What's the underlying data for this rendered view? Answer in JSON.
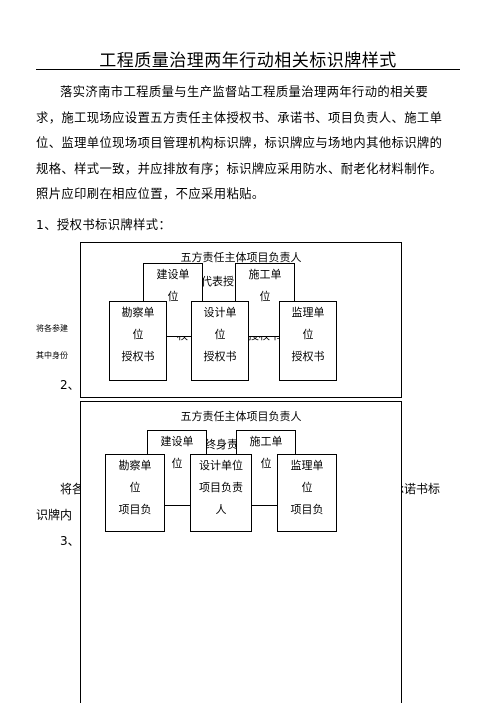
{
  "document": {
    "title": "工程质量治理两年行动相关标识牌样式",
    "intro_lines": [
      "落实济南市工程质量与生产监督站工程质量治理两年行动的相关要",
      "求，施工现场应设置五方责任主体授权书、承诺书、项目负责人、施工单",
      "位、监理单位现场项目管理机构标识牌，标识牌应与场地内其他标识牌的",
      "规格、样式一致，并应排放有序；标识牌应采用防水、耐老化材料制作。",
      "照片应印刷在相应位置，不应采用粘贴。"
    ],
    "section1": "1、授权书标识牌样式：",
    "hidden_fragment_1": "将各参建",
    "hidden_fragment_1_end": "。",
    "hidden_fragment_2": "其中身份",
    "section2_partial": "2、",
    "para_partial": "将各",
    "para_partial_right": "印刷于承诺书标",
    "para_partial_line2": "识牌内",
    "section3_partial": "3、"
  },
  "sign1": {
    "header": "五方责任主体项目负责人",
    "subheader_partial": "代表授",
    "behind_left": "权书",
    "behind_right": "授权书",
    "construction_unit": [
      "建设单",
      "位"
    ],
    "builder_unit": [
      "施工单",
      "位"
    ],
    "survey_unit": [
      "勘察单",
      "位",
      "授权书"
    ],
    "design_unit": [
      "设计单",
      "位",
      "授权书"
    ],
    "supervision_unit": [
      "监理单",
      "位",
      "授权书"
    ]
  },
  "sign2": {
    "header": "五方责任主体项目负责人",
    "subheader_partial": "终身责",
    "construction_unit": [
      "建设单",
      "位"
    ],
    "builder_unit": [
      "施工单",
      "位"
    ],
    "survey_unit": [
      "勘察单",
      "位",
      "项目负"
    ],
    "design_unit": [
      "设计单位",
      "项目负责",
      "人"
    ],
    "supervision_unit": [
      "监理单",
      "位",
      "项目负"
    ]
  }
}
